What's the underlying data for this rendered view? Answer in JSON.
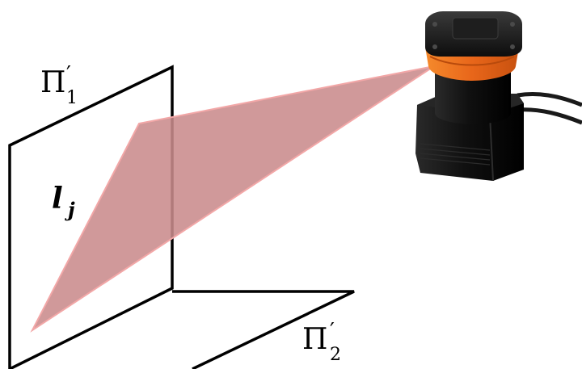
{
  "labels": {
    "plane1": {
      "base": "Π",
      "prime": "′",
      "sub": "1"
    },
    "plane2": {
      "base": "Π",
      "prime": "′",
      "sub": "2"
    },
    "line": {
      "base": "l",
      "sub": "j"
    }
  },
  "colors": {
    "plane_stroke": "#000000",
    "beam_fill": "#c98b8c",
    "beam_edge": "#f2a7a7",
    "sensor_body": "#161616",
    "sensor_ring": "#f07a1e",
    "cable": "#1a1a1a"
  },
  "icons": {
    "sensor": "laser-rangefinder-icon"
  }
}
